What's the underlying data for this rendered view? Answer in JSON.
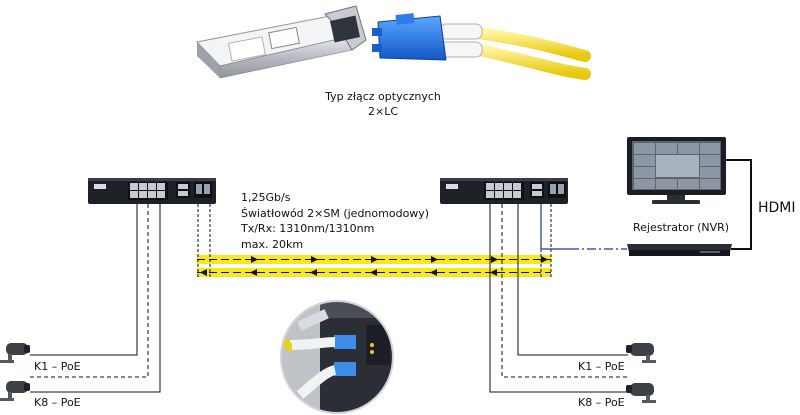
{
  "connector_caption": {
    "line1": "Typ złącz optycznych",
    "line2": "2×LC"
  },
  "link_specs": {
    "speed": "1,25Gb/s",
    "fiber": "Światłowód 2×SM (jednomodowy)",
    "wavelength": "Tx/Rx: 1310nm/1310nm",
    "distance": "max. 20km"
  },
  "recorder": {
    "label": "Rejestrator (NVR)"
  },
  "hdmi": {
    "label": "HDMI"
  },
  "cameras": {
    "left_k1": "K1 – PoE",
    "left_k8": "K8 – PoE",
    "right_k1": "K1 – PoE",
    "right_k8": "K8 – PoE"
  },
  "colors": {
    "fiber_yellow": "#f6e81c",
    "nvr_link_blue": "#2233a8",
    "switch_body": "#1e2228"
  }
}
